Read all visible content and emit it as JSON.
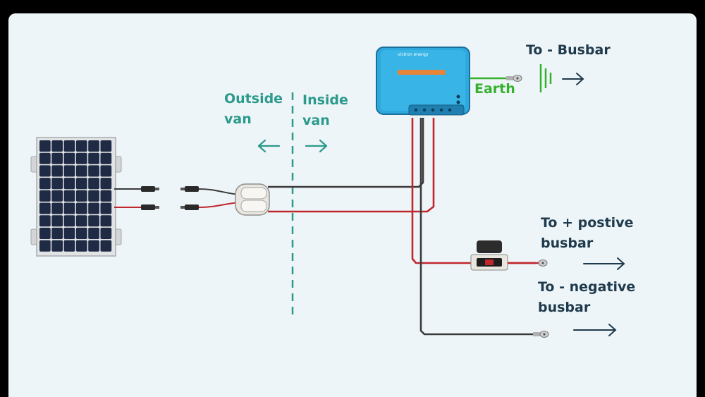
{
  "labels": {
    "outside_line1": "Outside",
    "outside_line2": "van",
    "inside_line1": "Inside",
    "inside_line2": "van",
    "to_neg_busbar_top": "To - Busbar",
    "earth": "Earth",
    "to_pos_line1": "To + postive",
    "to_pos_line2": "busbar",
    "to_neg_line1": "To - negative",
    "to_neg_line2": "busbar",
    "controller_brand": "victron energy"
  },
  "colors": {
    "background": "#eef5f8",
    "teal_text": "#2b9a8c",
    "dark_text": "#1e3a4c",
    "earth_green": "#35b12e",
    "wire_black": "#3a3a3a",
    "wire_red": "#c0272d",
    "controller_blue": "#2fa8de"
  },
  "icons": {
    "panel": "solar-panel-icon",
    "connector": "y-branch-connector-icon",
    "controller": "mppt-charge-controller-icon",
    "fuse": "inline-fuse-holder-icon",
    "ground": "ground-symbol-icon"
  }
}
